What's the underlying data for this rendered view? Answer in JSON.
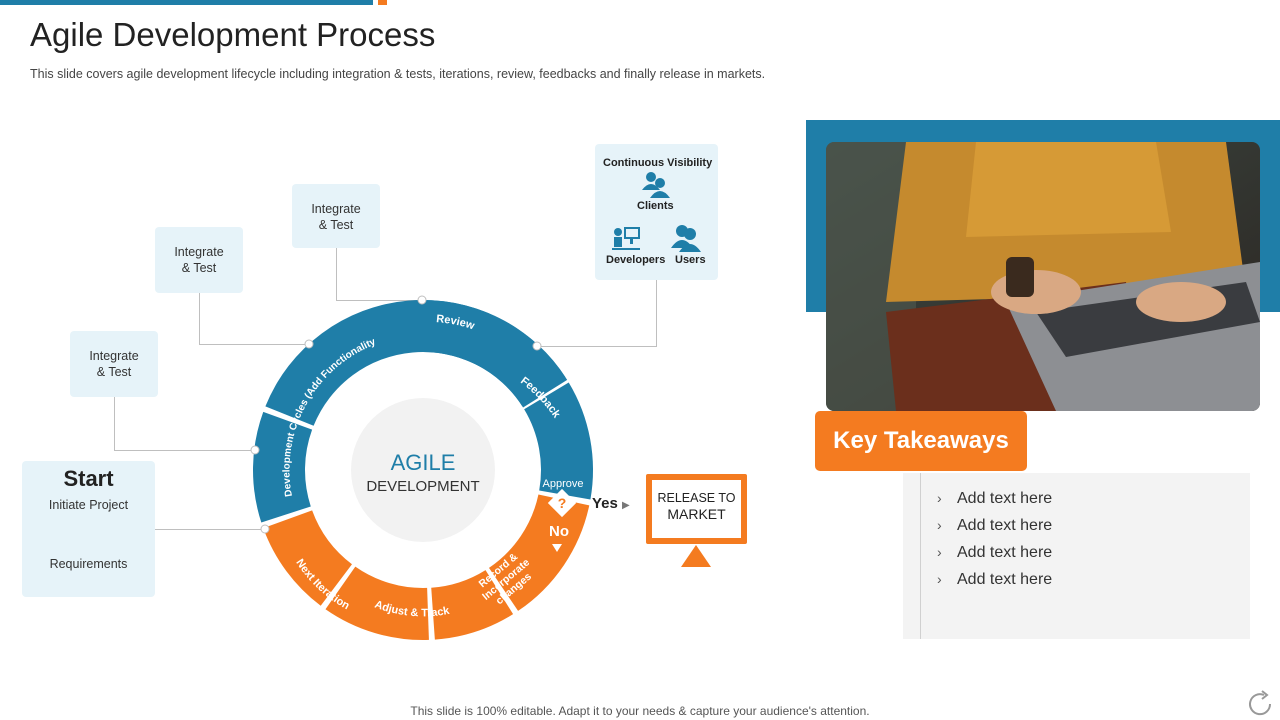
{
  "header": {
    "title": "Agile Development Process",
    "subtitle": "This slide covers agile development  lifecycle including integration & tests, iterations, review,  feedbacks and finally release  in markets."
  },
  "start_box": {
    "title": "Start",
    "line1": "Initiate Project",
    "line2": "Requirements"
  },
  "integrate_boxes": [
    {
      "line1": "Integrate",
      "line2": "& Test"
    },
    {
      "line1": "Integrate",
      "line2": "& Test"
    },
    {
      "line1": "Integrate",
      "line2": "& Test"
    }
  ],
  "visibility_box": {
    "title": "Continuous Visibility",
    "clients": "Clients",
    "developers": "Developers",
    "users": "Users"
  },
  "cycle": {
    "center_line1": "AGILE",
    "center_line2": "DEVELOPMENT",
    "segments": {
      "dev_cycles": "Development Cycles (Add Functionality)",
      "review": "Review",
      "feedback": "Feedback",
      "approve": "Approve",
      "no": "No",
      "record": [
        "Record &",
        "Incorporate",
        "changes"
      ],
      "adjust": "Adjust & Track",
      "next": "Next Iteration"
    },
    "question_mark": "?"
  },
  "release": {
    "yes": "Yes",
    "line1": "RELEASE TO",
    "line2": "MARKET"
  },
  "takeaways": {
    "title": "Key Takeaways",
    "items": [
      "Add text here",
      "Add text here",
      "Add text here",
      "Add text here"
    ]
  },
  "footer": "This slide is 100% editable. Adapt it to your needs & capture your audience's attention.",
  "colors": {
    "blue": "#1f7ea8",
    "orange": "#f47b20",
    "light_blue": "#e6f3f9"
  }
}
